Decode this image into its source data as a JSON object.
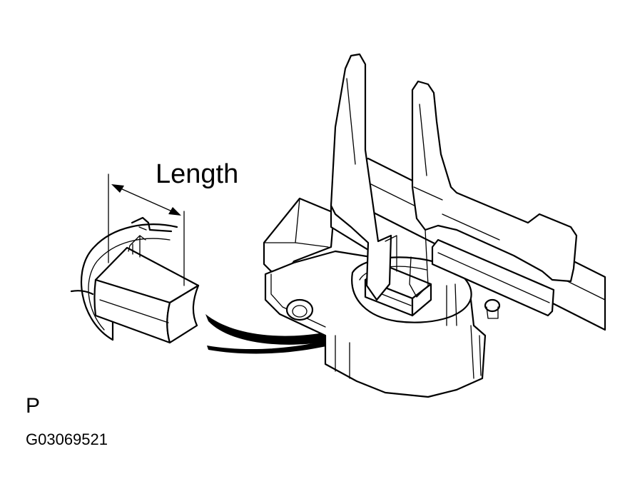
{
  "labels": {
    "dimension": "Length",
    "view": "P",
    "figure_code": "G03069521"
  },
  "colors": {
    "line": "#000000",
    "background": "#ffffff"
  }
}
